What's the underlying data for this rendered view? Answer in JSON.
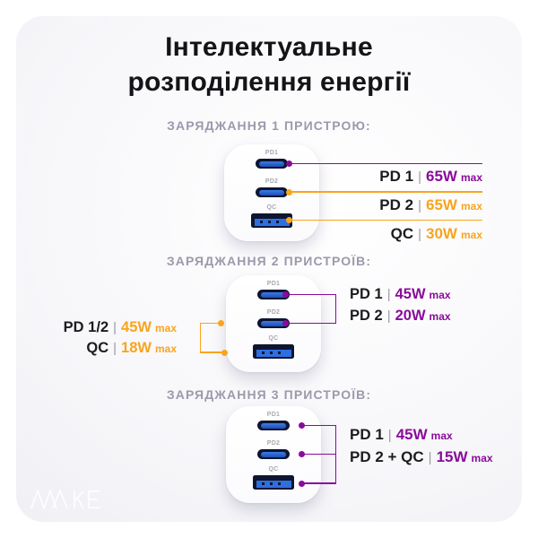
{
  "title": {
    "line1": "Інтелектуальне",
    "line2": "розподілення енергії"
  },
  "separator": "|",
  "brand": "MAKE",
  "colors": {
    "purple_accent": "#8A0B9B",
    "orange_accent": "#F9A41D",
    "heading_gray": "#9C99AC",
    "port_navy": "#0D1531",
    "port_blue": "#2E6FE0"
  },
  "charger_ports": {
    "pd1": "PD1",
    "pd2": "PD2",
    "qc": "QC"
  },
  "sections": [
    {
      "heading": "ЗАРЯДЖАННЯ 1 ПРИСТРОЮ:",
      "labels": [
        {
          "port": "PD 1",
          "value": "65W",
          "max": "max",
          "color": "purple"
        },
        {
          "port": "PD 2",
          "value": "65W",
          "max": "max",
          "color": "orange"
        },
        {
          "port": "QC",
          "value": "30W",
          "max": "max",
          "color": "orange"
        }
      ]
    },
    {
      "heading": "ЗАРЯДЖАННЯ 2 ПРИСТРОЇВ:",
      "right_labels": [
        {
          "port": "PD 1",
          "value": "45W",
          "max": "max",
          "color": "purple"
        },
        {
          "port": "PD 2",
          "value": "20W",
          "max": "max",
          "color": "purple"
        }
      ],
      "left_labels": [
        {
          "port": "PD 1/2",
          "value": "45W",
          "max": "max",
          "color": "orange"
        },
        {
          "port": "QC",
          "value": "18W",
          "max": "max",
          "color": "orange"
        }
      ]
    },
    {
      "heading": "ЗАРЯДЖАННЯ 3 ПРИСТРОЇВ:",
      "labels": [
        {
          "port": "PD 1",
          "value": "45W",
          "max": "max",
          "color": "purple"
        },
        {
          "port": "PD 2 + QC",
          "value": "15W",
          "max": "max",
          "color": "purple"
        }
      ]
    }
  ]
}
